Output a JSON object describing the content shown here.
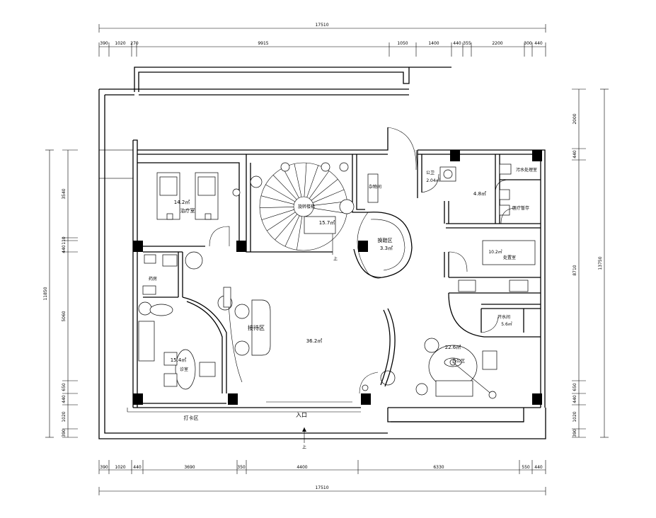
{
  "dimensions": {
    "top_total": "17510",
    "top_segments": [
      "390",
      "1020",
      "270",
      "9915",
      "1050",
      "1400",
      "440",
      "355",
      "2200",
      "300",
      "440"
    ],
    "bottom_total": "17510",
    "bottom_segments": [
      "390",
      "1020",
      "440",
      "3690",
      "350",
      "4400",
      "6330",
      "550",
      "440"
    ],
    "left_total": "11850",
    "left_segments": [
      "3540",
      "110",
      "440",
      "5060",
      "650",
      "440",
      "1020",
      "390"
    ],
    "right_total": "13750",
    "right_segments": [
      "2000",
      "440",
      "8710",
      "650",
      "440",
      "1020",
      "390"
    ]
  },
  "rooms": {
    "treatment": {
      "area": "14.2㎡",
      "name": "治疗室"
    },
    "stair": {
      "label": "旋转楼梯",
      "area": "15.7㎡",
      "up": "上"
    },
    "storage": {
      "label": "杂物间"
    },
    "changing": {
      "name": "换鞋区",
      "area": "3.3㎡"
    },
    "toilet": {
      "name": "公卫",
      "area": "2.04㎡"
    },
    "sewage": {
      "name": "污水处理室",
      "area": "4.8㎡"
    },
    "medical_storage": {
      "name": "医疗暂存"
    },
    "disposal": {
      "area": "10.2㎡",
      "name": "处置室"
    },
    "water": {
      "name": "开水间",
      "area": "5.6㎡"
    },
    "pharmacy": {
      "name": "药房"
    },
    "reception": {
      "name": "接待区"
    },
    "main": {
      "area": "36.2㎡"
    },
    "office": {
      "area": "15.4㎡",
      "name": "诊室"
    },
    "consult": {
      "area": "22.6㎡",
      "name": "办公区"
    }
  },
  "labels": {
    "checkin": "打卡区",
    "entrance": "入口",
    "up_bottom": "上"
  }
}
